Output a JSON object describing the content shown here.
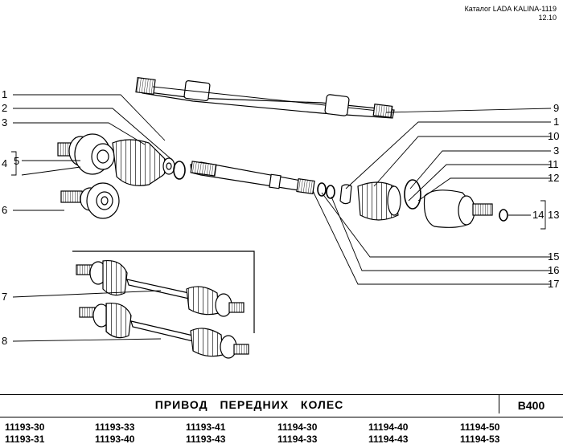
{
  "header": {
    "catalog": "Каталог LADA KALINA-1119",
    "date": "12.10"
  },
  "callouts": {
    "left": [
      "1",
      "2",
      "3",
      "5",
      "4",
      "6",
      "7",
      "8"
    ],
    "right": [
      "9",
      "1",
      "10",
      "3",
      "11",
      "12",
      "13",
      "14",
      "15",
      "16",
      "17"
    ]
  },
  "footer": {
    "title": "ПРИВОД ПЕРЕДНИХ КОЛЕС",
    "code": "В400",
    "models": [
      [
        "11193-30",
        "11193-31"
      ],
      [
        "11193-33",
        "11193-40"
      ],
      [
        "11193-41",
        "11193-43"
      ],
      [
        "11194-30",
        "11194-33"
      ],
      [
        "11194-40",
        "11194-43"
      ],
      [
        "11194-50",
        "11194-53"
      ]
    ]
  }
}
